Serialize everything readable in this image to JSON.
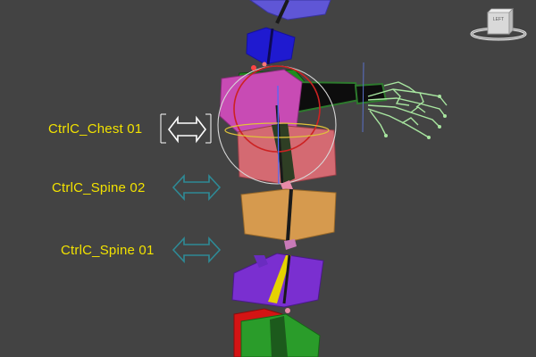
{
  "viewport": {
    "background": "#434343",
    "viewcube_face": "LEFT"
  },
  "labels": {
    "chest": "CtrlC_Chest 01",
    "spine2": "CtrlC_Spine 02",
    "spine1": "CtrlC_Spine 01"
  },
  "colors": {
    "label_text": "#f2e200",
    "selected_arrow": "#ffffff",
    "arrow": "#2e8a96",
    "chest_ring": "#d8d8d8",
    "spine_ring": "#cc2222"
  },
  "icons": [
    "double-arrow-icon",
    "view-cube-icon"
  ]
}
